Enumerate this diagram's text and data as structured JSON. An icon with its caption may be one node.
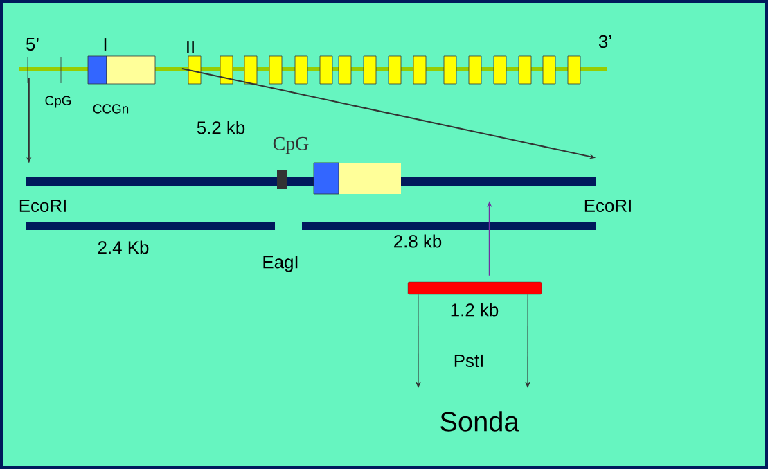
{
  "diagram": {
    "nodes": [
      {
        "text": [],
        "shape": "bar"
      },
      {
        "text": [],
        "shape": "bar"
      },
      {
        "text": [],
        "shape": "bar"
      }
    ],
    "edges": [
      {
        "from": 0,
        "to": 1,
        "arrow": "to"
      },
      {
        "from": 0,
        "to": 1,
        "arrow": "to"
      },
      {
        "from": 2,
        "to": 1,
        "arrow": "to",
        "color": "#7030a0"
      },
      {
        "from": 2,
        "to": null,
        "arrow": "to"
      },
      {
        "from": 2,
        "to": null,
        "arrow": "to"
      }
    ],
    "labels": [
      "5’",
      "I",
      "II",
      "3’",
      "CpG",
      "CCGn",
      "5.2 kb",
      "CpG",
      "EcoRI",
      "EcoRI",
      "2.4 Kb",
      "EagI",
      "2.8 kb",
      "1.2 kb",
      "PstI",
      "Sonda"
    ]
  }
}
